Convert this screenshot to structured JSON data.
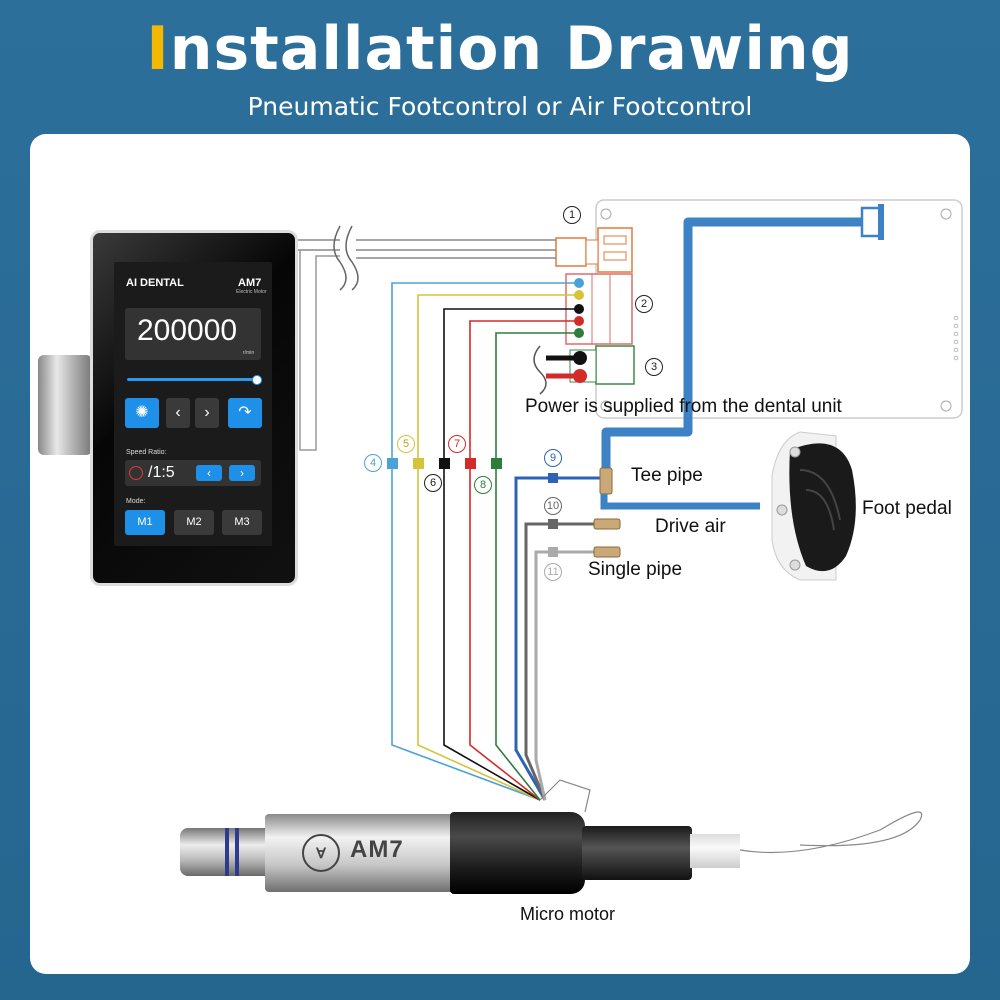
{
  "header": {
    "title_first_letter": "I",
    "title_rest": "nstallation Drawing",
    "subtitle": "Pneumatic Footcontrol or Air Footcontrol"
  },
  "device_screen": {
    "brand": "AI DENTAL",
    "model": "AM7",
    "model_sub": "Electric Motor",
    "rpm": "200000",
    "rpm_unit": "r/min",
    "speed_ratio_label": "Speed Ratio:",
    "ratio": "/1:5",
    "mode_label": "Mode:",
    "modes": [
      "M1",
      "M2",
      "M3"
    ],
    "selected_mode": "M1"
  },
  "labels": {
    "power": "Power is supplied from the dental unit",
    "tee_pipe": "Tee pipe",
    "drive_air": "Drive air",
    "single_pipe": "Single pipe",
    "foot_pedal": "Foot pedal",
    "micro_motor": "Micro motor",
    "motor_brand": "AM7"
  },
  "numbers": [
    "1",
    "2",
    "3",
    "4",
    "5",
    "6",
    "7",
    "8",
    "9",
    "10",
    "11"
  ],
  "colors": {
    "accent_title": "#f5b800",
    "background": "#2c6f9b",
    "wire_4": "#4aa3d8",
    "wire_5": "#d6c33a",
    "wire_6": "#111111",
    "wire_7": "#d42a2a",
    "wire_8": "#2e7d3a",
    "pipe_9": "#2d63b5",
    "pipe_10": "#666666",
    "pipe_11": "#aaaaaa",
    "air_hose": "#3c82c4"
  }
}
